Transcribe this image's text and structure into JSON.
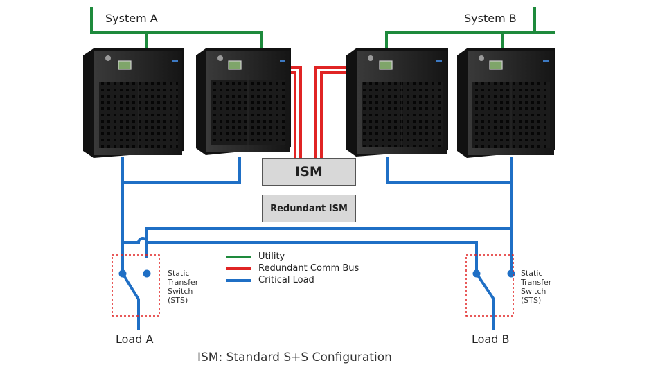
{
  "diagram": {
    "system_a": "System A",
    "system_b": "System B",
    "ism": "ISM",
    "redundant_ism": "Redundant ISM",
    "load_a": "Load A",
    "load_b": "Load B",
    "sts_a": [
      "Static",
      "Transfer",
      "Switch",
      "(STS)"
    ],
    "sts_b": [
      "Static",
      "Transfer",
      "Switch",
      "(STS)"
    ],
    "caption": "ISM: Standard S+S Configuration",
    "ups_units": [
      "ups-a1",
      "ups-a2",
      "ups-b1",
      "ups-b2"
    ]
  },
  "legend": {
    "items": [
      {
        "label": "Utility",
        "color": "#1e8a3c"
      },
      {
        "label": "Redundant Comm Bus",
        "color": "#e02424"
      },
      {
        "label": "Critical Load",
        "color": "#1f6fc5"
      }
    ]
  }
}
